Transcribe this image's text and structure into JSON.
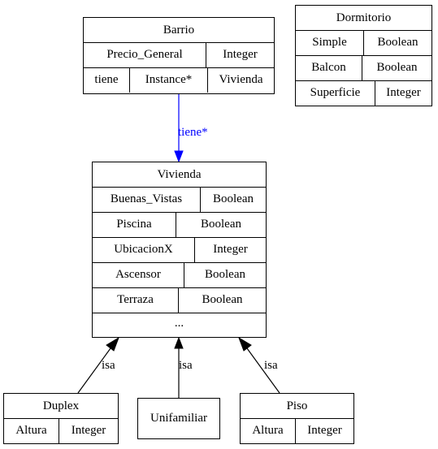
{
  "classes": {
    "barrio": {
      "name": "Barrio",
      "rows": [
        [
          "Precio_General",
          "Integer"
        ],
        [
          "tiene",
          "Instance*",
          "Vivienda"
        ]
      ]
    },
    "dormitorio": {
      "name": "Dormitorio",
      "rows": [
        [
          "Simple",
          "Boolean"
        ],
        [
          "Balcon",
          "Boolean"
        ],
        [
          "Superficie",
          "Integer"
        ]
      ]
    },
    "vivienda": {
      "name": "Vivienda",
      "rows": [
        [
          "Buenas_Vistas",
          "Boolean"
        ],
        [
          "Piscina",
          "Boolean"
        ],
        [
          "UbicacionX",
          "Integer"
        ],
        [
          "Ascensor",
          "Boolean"
        ],
        [
          "Terraza",
          "Boolean"
        ]
      ],
      "more": "..."
    },
    "duplex": {
      "name": "Duplex",
      "rows": [
        [
          "Altura",
          "Integer"
        ]
      ]
    },
    "unifamiliar": {
      "name": "Unifamiliar"
    },
    "piso": {
      "name": "Piso",
      "rows": [
        [
          "Altura",
          "Integer"
        ]
      ]
    }
  },
  "edges": {
    "tiene": {
      "label": "tiene*",
      "color": "#0000ff"
    },
    "isa_duplex": {
      "label": "isa",
      "color": "#000000"
    },
    "isa_unifamiliar": {
      "label": "isa",
      "color": "#000000"
    },
    "isa_piso": {
      "label": "isa",
      "color": "#000000"
    }
  }
}
